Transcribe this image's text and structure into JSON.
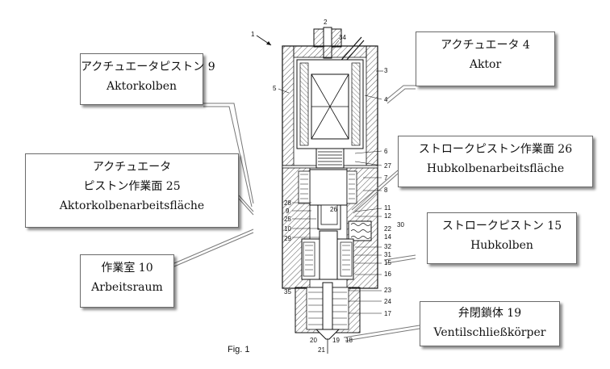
{
  "figure_caption": "Fig. 1",
  "callouts": {
    "actuator_piston": {
      "jp": "アクチュエータピストン 9",
      "de": "Aktorkolben"
    },
    "actuator": {
      "jp": "アクチュエータ 4",
      "de": "Aktor"
    },
    "actuator_piston_area": {
      "jp1": "アクチュエータ",
      "jp2": "ピストン作業面 25",
      "de": "Aktorkolbenarbeitsfläche"
    },
    "stroke_piston_area": {
      "jp": "ストロークピストン作業面 26",
      "de": "Hubkolbenarbeitsfläche"
    },
    "stroke_piston": {
      "jp": "ストロークピストン 15",
      "de": "Hubkolben"
    },
    "working_chamber": {
      "jp": "作業室 10",
      "de": "Arbeitsraum"
    },
    "valve_closing_body": {
      "jp": "弁閉鎖体 19",
      "de": "Ventilschließkörper"
    }
  },
  "reference_numerals": [
    "1",
    "2",
    "34",
    "3",
    "4",
    "5",
    "6",
    "27",
    "7",
    "8",
    "28",
    "9",
    "26",
    "11",
    "12",
    "30",
    "25",
    "10",
    "22",
    "29",
    "14",
    "32",
    "31",
    "15",
    "16",
    "35",
    "23",
    "24",
    "17",
    "20",
    "19",
    "18",
    "21"
  ]
}
